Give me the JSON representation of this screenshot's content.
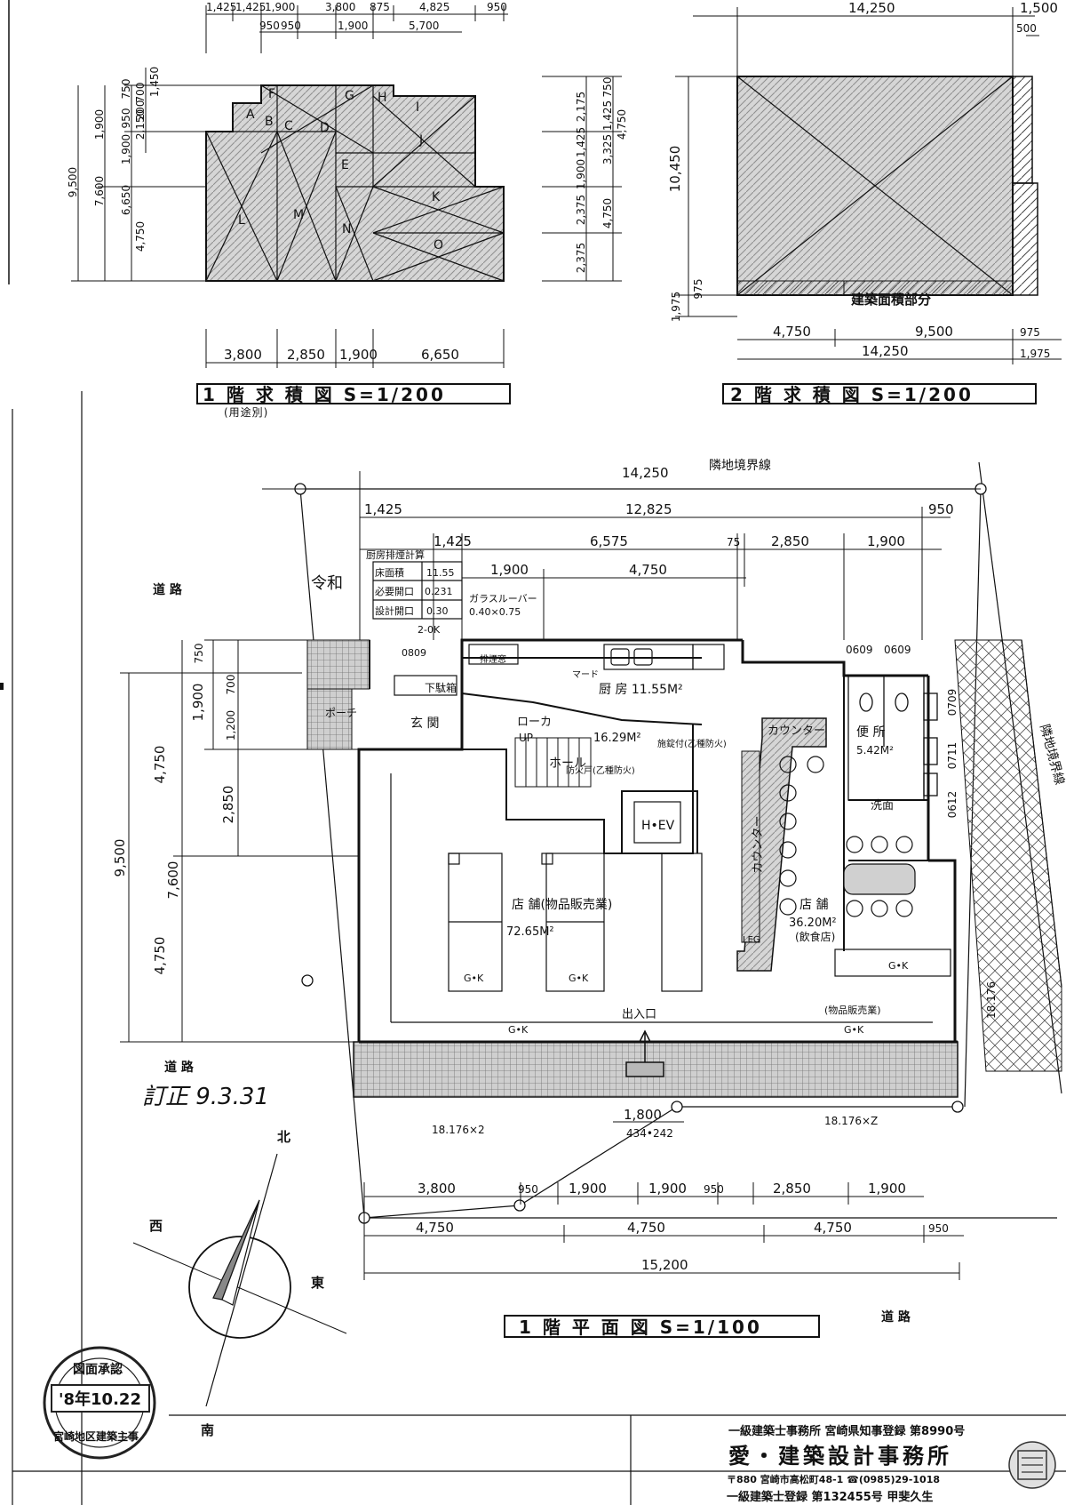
{
  "colors": {
    "ink": "#111111",
    "hatch": "#9a9a9a",
    "paper": "#ffffff",
    "stamp": "#222222"
  },
  "top_left_dims": {
    "top_row": [
      "1,425",
      "1,425",
      "1,900",
      "3,800",
      "875",
      "4,825",
      "950"
    ],
    "second_row": [
      "950",
      "950",
      "1,900",
      "5,700"
    ],
    "left_col_a": [
      "750",
      "1,900",
      "950",
      "1,900",
      "4,750"
    ],
    "left_col_b": [
      "200",
      "2,150",
      "700",
      "1,450"
    ],
    "left_col_c": [
      "9,500",
      "7,600",
      "6,650"
    ],
    "bottom_row": [
      "3,800",
      "2,850",
      "1,900",
      "6,650"
    ],
    "letters": [
      "A",
      "B",
      "C",
      "D",
      "E",
      "F",
      "G",
      "H",
      "I",
      "J",
      "K",
      "L",
      "M",
      "N",
      "O"
    ]
  },
  "top_mid_dims": [
    "2,175",
    "1,425",
    "3,325",
    "4,750",
    "750",
    "1,425",
    "1,900",
    "2,375",
    "2,375",
    "4,750"
  ],
  "top_right_dims": {
    "top": "14,250",
    "top_right": [
      "1,500",
      "500"
    ],
    "left": [
      "10,450",
      "1,975",
      "975"
    ],
    "bottom": [
      "4,750",
      "9,500",
      "975",
      "14,250",
      "1,975"
    ],
    "area_label": "建築面積部分"
  },
  "titles": {
    "floor1_area": "1 階 求 積 図 S=1/200",
    "floor1_area_note": "(用途別)",
    "floor2_area": "2 階 求 積 図 S=1/200",
    "plan": "1 階 平 面 図 S=1/100"
  },
  "plan": {
    "boundary_label": "隣地境界線",
    "boundary_label_right": "隣地境界線",
    "road_labels": [
      "道 路",
      "道 路",
      "道 路"
    ],
    "handwritten_tl": "令和",
    "handwritten_date": "訂正 9.3.31",
    "top_dims": [
      "14,250",
      "1,425",
      "12,825",
      "950",
      "1,425",
      "6,575",
      "75",
      "2,850",
      "1,900",
      "1,900",
      "4,750"
    ],
    "left_dims": [
      "750",
      "1,900",
      "700",
      "1,200",
      "4,750",
      "2,850",
      "9,500",
      "7,600",
      "4,750"
    ],
    "right_dims": [
      "0609",
      "0609",
      "0709",
      "0711",
      "0612",
      "18.176"
    ],
    "bottom_dims": [
      "1,800",
      "18.176×2",
      "434•242",
      "18.176×Z",
      "3,800",
      "950",
      "1,900",
      "1,900",
      "950",
      "2,850",
      "1,900",
      "4,750",
      "4,750",
      "4,750",
      "950",
      "15,200"
    ],
    "vent_table": {
      "header": "厨房排煙計算",
      "rows": [
        [
          "床面積",
          "11.55"
        ],
        [
          "必要開口",
          "0.231"
        ],
        [
          "設計開口",
          "0.30"
        ]
      ],
      "notes": [
        "2-0K",
        "ガラスルーバー",
        "0.40×0.75"
      ]
    },
    "rooms": {
      "kitchen": "厨 房 11.55M²",
      "entrance": "玄 関",
      "porch": "ポーチ",
      "shoe_box": "下駄箱",
      "hall": "ホール",
      "hall_area": "16.29M²",
      "corridor": "ローカ",
      "counter_top": "カウンター",
      "counter_side": "カウンター",
      "toilet": "便 所",
      "toilet_area": "5.42M²",
      "wash": "洗面",
      "store_left": "店 舗(物品販売業)",
      "store_left_area": "72.65M²",
      "store_right": "店 舗",
      "store_right_area": "36.20M²",
      "store_right_use": "(飲食店)",
      "store_right_note": "(物品販売業)",
      "elevator": "H•EV",
      "up": "UP",
      "entrance_exit": "出入口",
      "gk": "G•K",
      "leg": "LEG",
      "fire_door": "防火戸(乙種防火)",
      "lock": "施錠付(乙種防火)",
      "north": "北",
      "south": "南",
      "east": "東",
      "west": "西",
      "room_labels_small": [
        "0809",
        "排煙窓",
        "マード"
      ]
    }
  },
  "stamp": {
    "line1": "図面承認",
    "date": "'8年10.22",
    "line3": "宮崎地区建築主事"
  },
  "footer": {
    "registration": "一級建築士事務所 宮崎県知事登録 第8990号",
    "firm": "愛・建築設計事務所",
    "address": "〒880 宮崎市高松町48-1 ☎(0985)29-1018",
    "architect": "一級建築士登録 第132455号 甲斐久生"
  }
}
